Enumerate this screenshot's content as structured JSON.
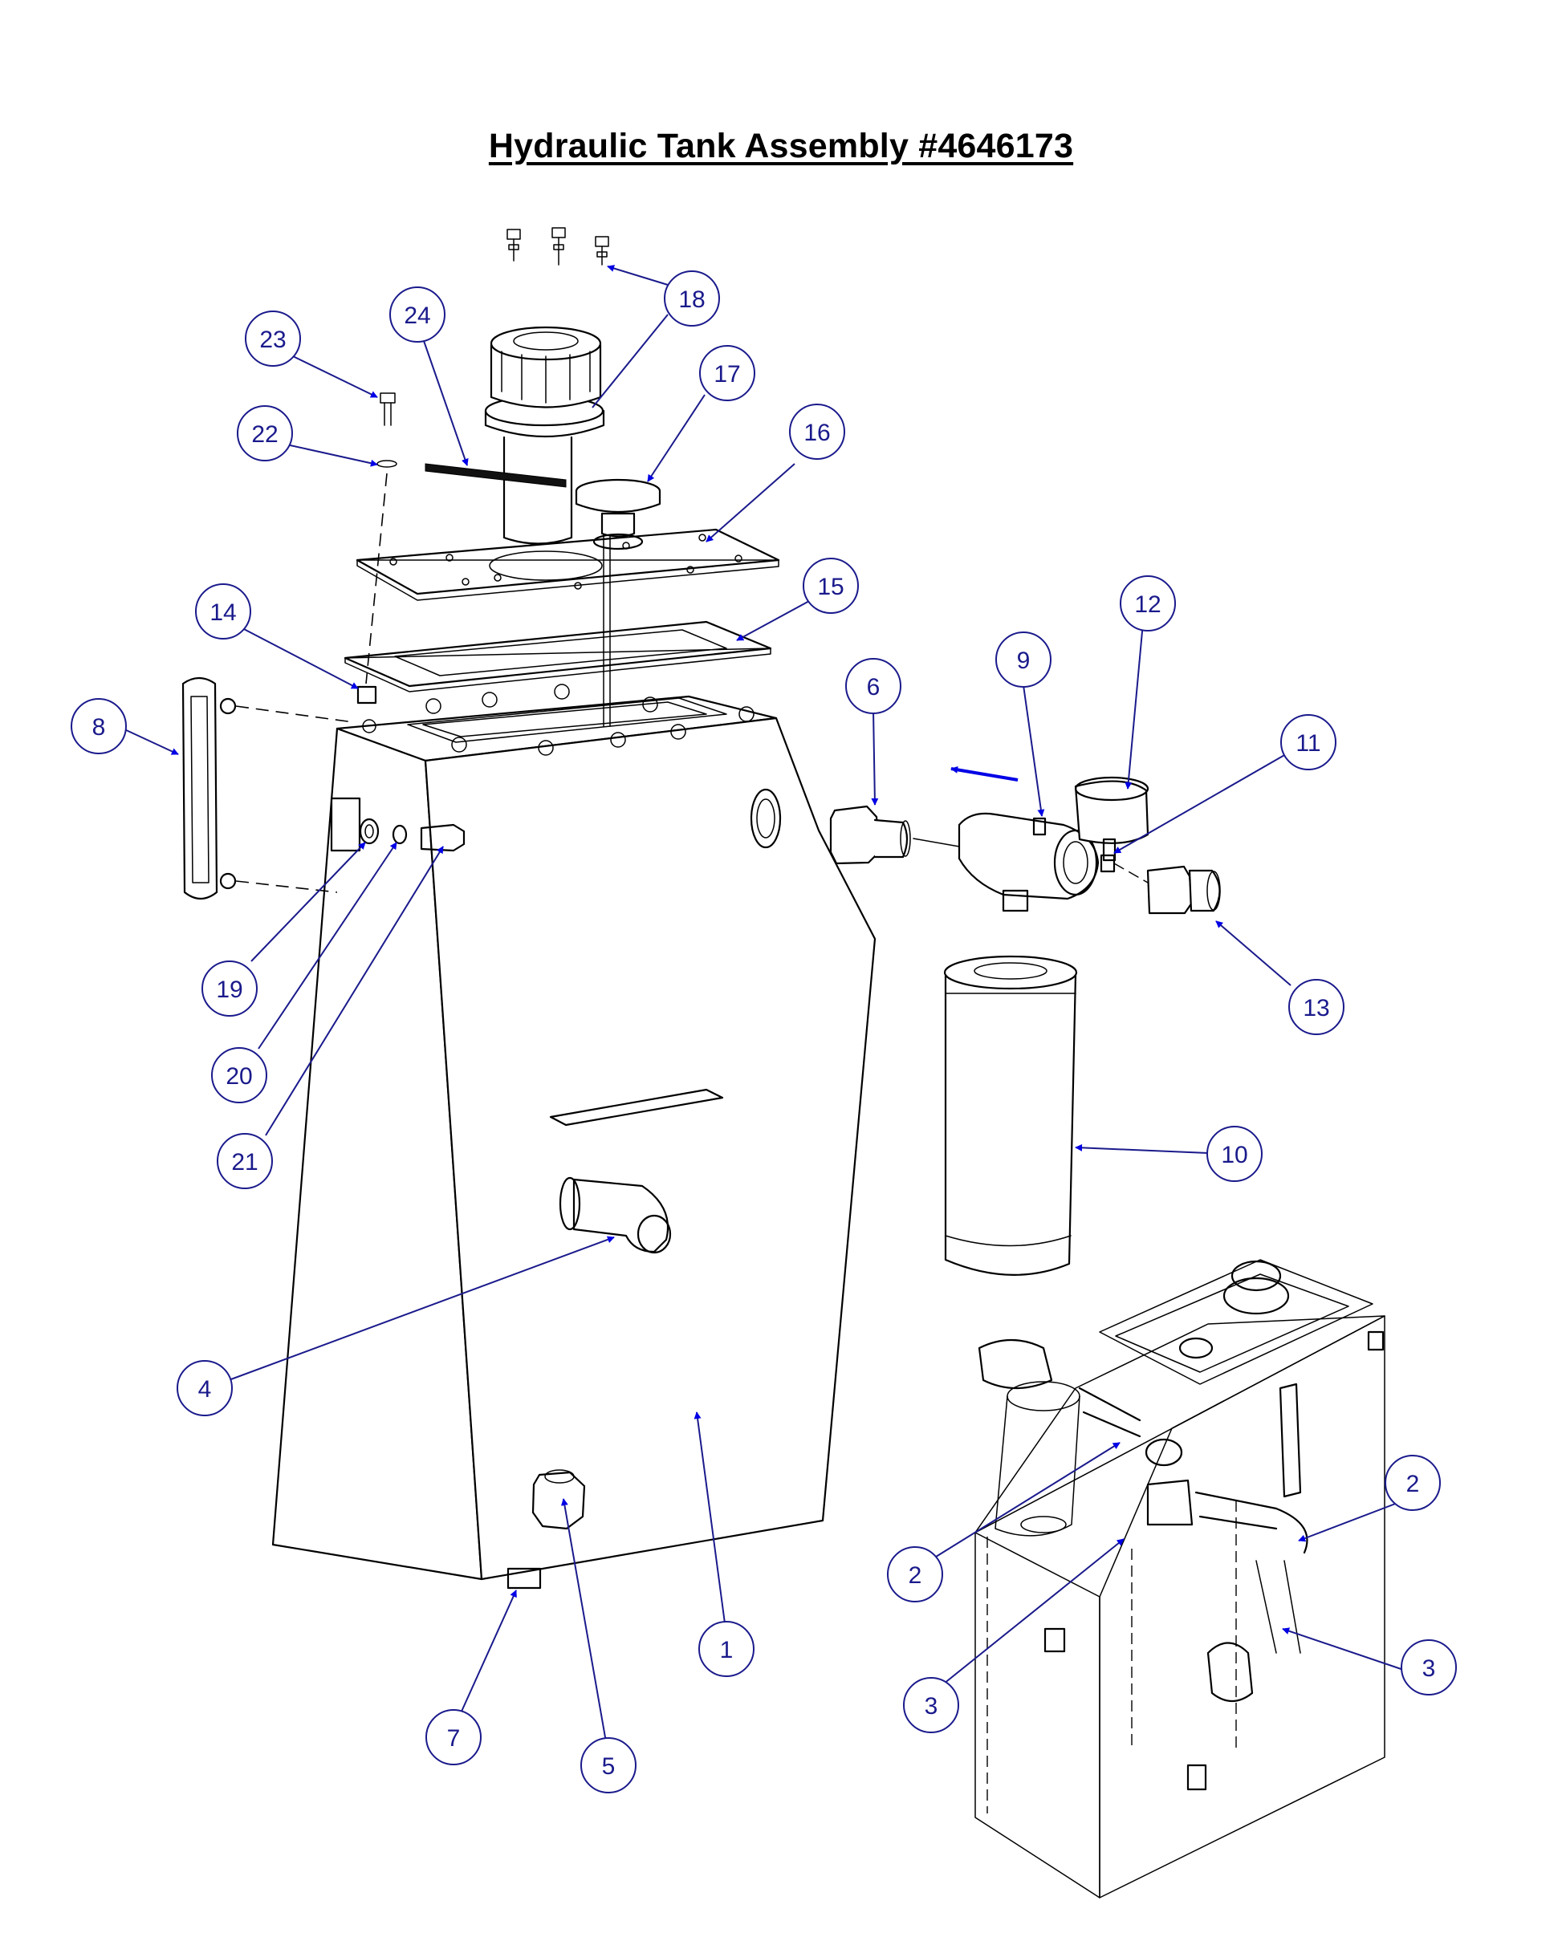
{
  "title": "Hydraulic Tank Assembly #4646173",
  "colors": {
    "callout": "#1a1a8c",
    "arrow": "#0000e6",
    "line": "#000000"
  },
  "callouts": [
    {
      "label": "1"
    },
    {
      "label": "2"
    },
    {
      "label": "2"
    },
    {
      "label": "3"
    },
    {
      "label": "3"
    },
    {
      "label": "4"
    },
    {
      "label": "5"
    },
    {
      "label": "6"
    },
    {
      "label": "7"
    },
    {
      "label": "8"
    },
    {
      "label": "9"
    },
    {
      "label": "10"
    },
    {
      "label": "11"
    },
    {
      "label": "12"
    },
    {
      "label": "13"
    },
    {
      "label": "14"
    },
    {
      "label": "15"
    },
    {
      "label": "16"
    },
    {
      "label": "17"
    },
    {
      "label": "18"
    },
    {
      "label": "19"
    },
    {
      "label": "20"
    },
    {
      "label": "21"
    },
    {
      "label": "22"
    },
    {
      "label": "23"
    },
    {
      "label": "24"
    }
  ]
}
